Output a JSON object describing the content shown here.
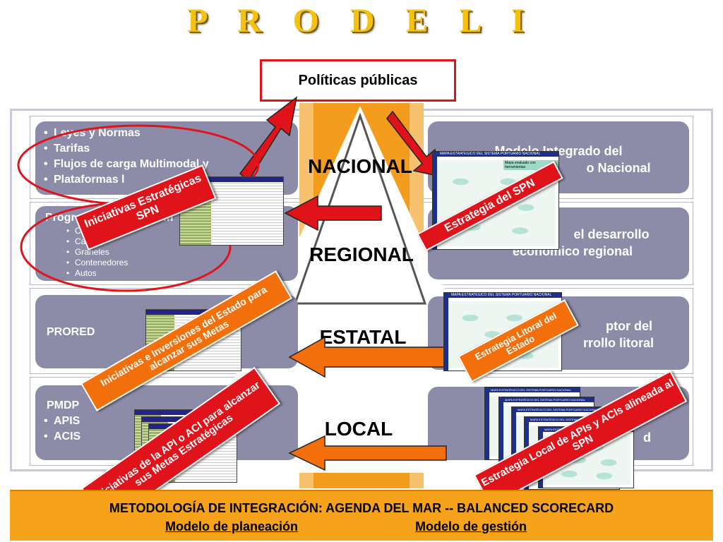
{
  "title": "P R O D E L I",
  "politicas": "Políticas públicas",
  "levels": [
    "NACIONAL",
    "REGIONAL",
    "ESTATAL",
    "LOCAL"
  ],
  "left": {
    "nacional": [
      "Leyes y Normas",
      "Tarifas",
      "Flujos de carga Multimodal y",
      "Plataformas l"
    ],
    "regional_title": "Progr",
    "regional_partial": "im",
    "regional_items": [
      "Cr",
      "Ca",
      "Graneles",
      "Contenedores",
      "Autos"
    ],
    "prored": "PRORED",
    "pmdp": "PMDP",
    "pmdp_items": [
      "APIS",
      "ACIS"
    ]
  },
  "right": {
    "nacional_l1": "Modelo Integrado del",
    "nacional_l2": "o Nacional",
    "regional_l1": "el desarrollo",
    "regional_l2": "económico regional",
    "estatal_l1": "ptor del",
    "estatal_l2": "rrollo litoral",
    "local": "d"
  },
  "labels": {
    "iniciativas_spn": "Iniciativas Estratégicas SPN",
    "estrategia_spn": "Estrategia del SPN",
    "iniciativas_estado": "Iniciativas e Inversiones del Estado para alcanzar sus Metas",
    "estrategia_litoral": "Estrategia Litoral del Estado",
    "iniciativas_api": "Iniciativas de la API o ACI para alcanzar sus Metas Estratégicas",
    "estrategia_local": "Estrategia Local de APIs y ACIs alineada al SPN"
  },
  "mapa_title": "MAPA ESTRATÉGICO DEL SISTEMA PORTUARIO NACIONAL",
  "mapa_title_b": "MAPA ESTRATÉGICO DEL SISTEMA PORTUARIO NACIONAL",
  "mapa_title_c": "MAPA ESTRATÉGICO DEL SISTEMA PORTUARIO NACIONAL",
  "mapa_title_d": "MAPA ESTRATÉGICO DEL SISTEMA PORTUARIO NACIONAL",
  "mapa_title_e": "MAPA ESTRATÉGICO DEL SISTEMA PORTUARIO NACIONAL",
  "mapa_title_f": "MAPA ESTRATÉGICO DEL SISTEMA PORTUARIO NACIONAL",
  "mapa_title_g": "MAPA ESTRATÉGICO DEL SISTEMA PORTUARIO NACIONAL",
  "mapa_note": "Mapa evaluado con herramientas",
  "bottom": {
    "line1": "METODOLOGÍA DE INTEGRACIÓN: AGENDA DEL MAR -- BALANCED SCORECARD",
    "planeacion": "Modelo de planeación",
    "gestion": "Modelo de gestión"
  },
  "colors": {
    "title": "#f4c20d",
    "red": "#e0131b",
    "orange": "#f36f0c",
    "box": "#8c8ca8",
    "bottom": "#f7a21b"
  }
}
